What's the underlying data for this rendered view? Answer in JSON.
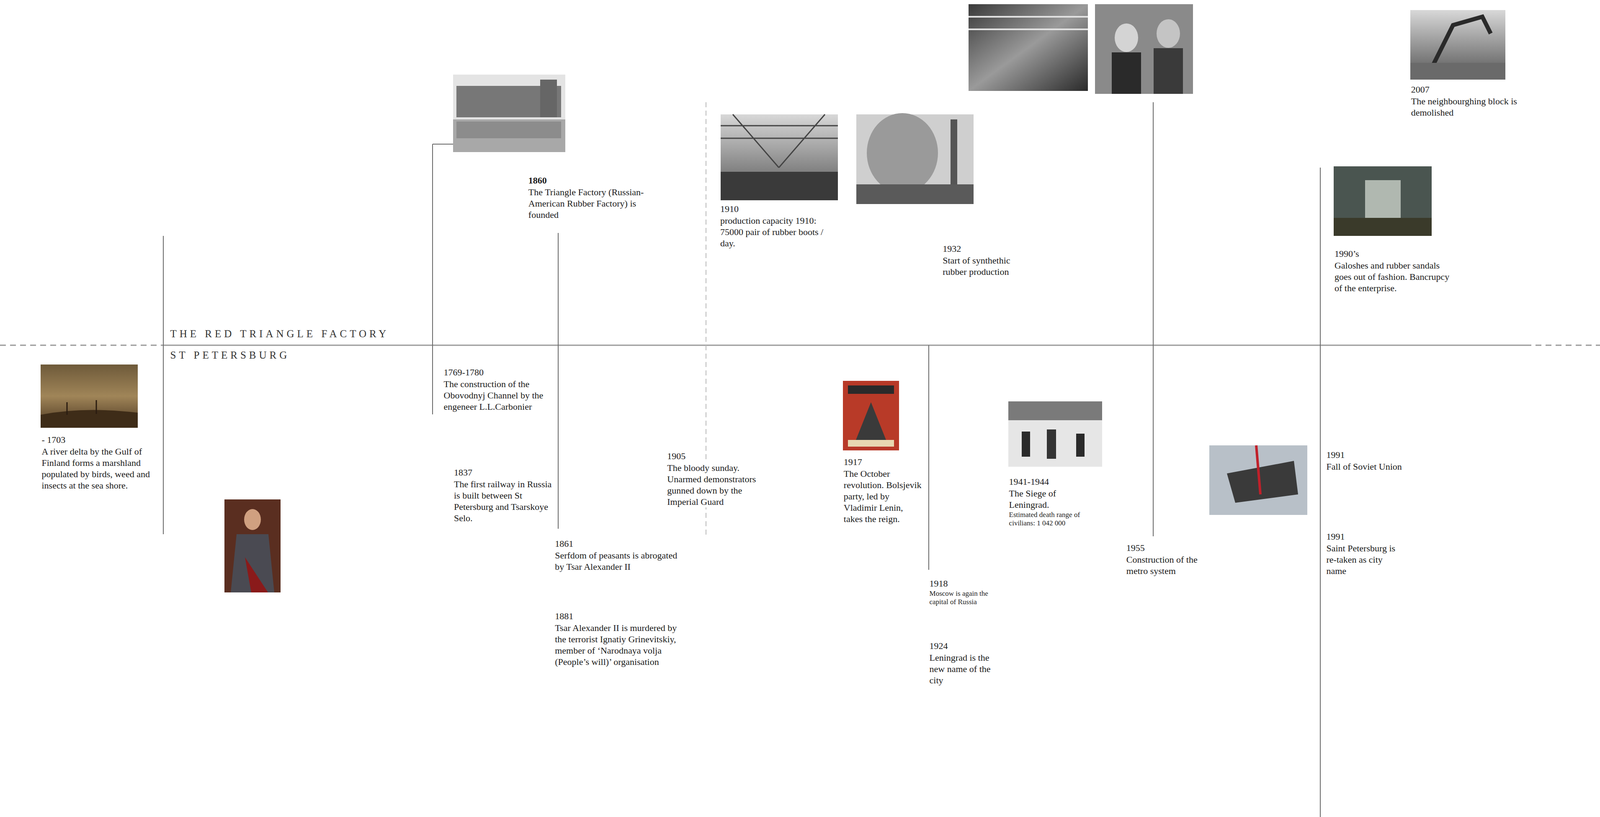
{
  "diagram": {
    "title": "THE RED TRIANGLE FACTORY",
    "labels": [
      "ST PETERSBURG",
      "- 1703",
      "A river delta by the Gulf of Finland forms a marshland populated by birds, weed and insects at the sea shore.",
      "1769-1780",
      "The construction of the Obovodnyj Channel by the engeneer L.L.Carbonier",
      "1837",
      "The first railway in Russia is built between St Petersburg and Tsarskoye Selo.",
      "1860",
      "The Triangle Factory (Russian-American Rubber Factory) is founded",
      "1861",
      "Serfdom of peasants is abrogated by Tsar Alexander II",
      "1881",
      "Tsar Alexander II is murdered by the terrorist Ignatiy Grinevitskiy, member of ‘Narodnaya volja (People’s will)’ organisation",
      "1905",
      "The bloody sunday. Unarmed demonstrators gunned down by the Imperial Guard",
      "1910",
      "production capacity 1910: 75000 pair of rubber boots / day.",
      "1917",
      "The October revolution. Bolsjevik party, led by Vladimir Lenin, takes the reign.",
      "1918",
      "Moscow is again the capital of Russia",
      "1924",
      "Leningrad is the new name of the city",
      "1932",
      "Start of synthethic rubber production",
      "1941-1944",
      "The Siege of Leningrad.",
      "Estimated death range of civilians: 1 042 000",
      "1955",
      "Construction of the metro system",
      "1990’s",
      "Galoshes and rubber sandals goes out of fashion. Bancrupcy of the enterprise.",
      "1991",
      "Fall of Soviet Union",
      "1991",
      "Saint Petersburg is re-taken as city name",
      "2007",
      "The neighbourghing block is demolished"
    ]
  }
}
